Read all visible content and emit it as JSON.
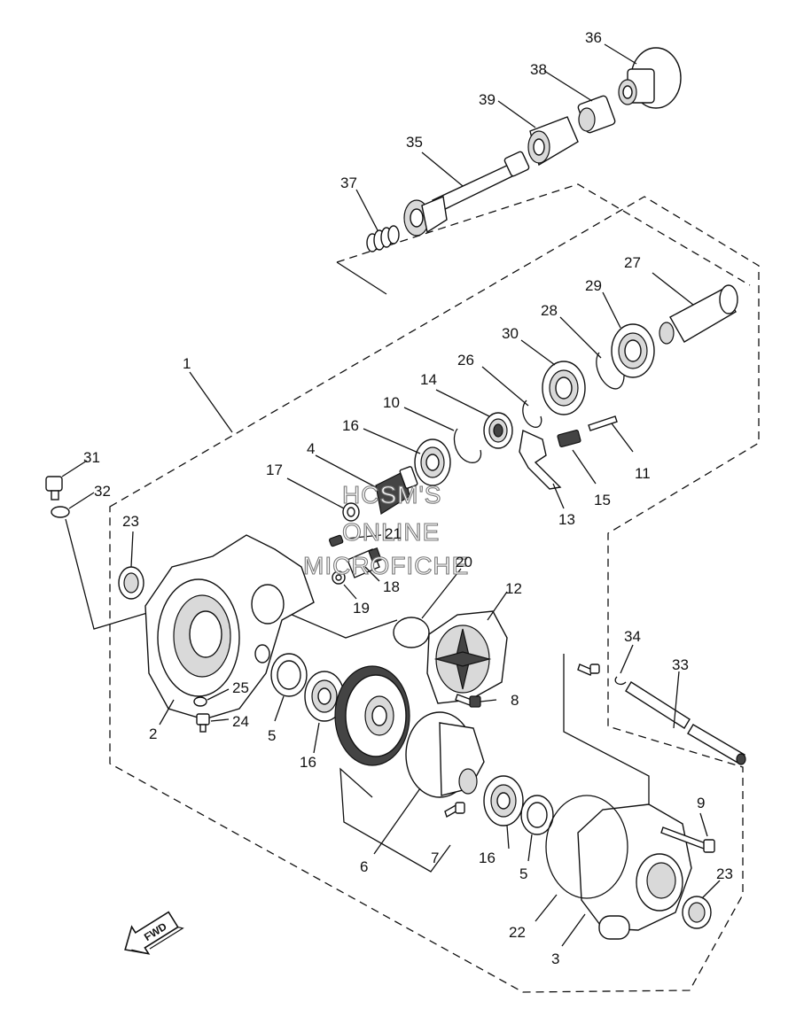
{
  "parts": [
    {
      "id": "p1",
      "num": "1"
    },
    {
      "id": "p2",
      "num": "2"
    },
    {
      "id": "p3",
      "num": "3"
    },
    {
      "id": "p4",
      "num": "4"
    },
    {
      "id": "p5a",
      "num": "5"
    },
    {
      "id": "p5b",
      "num": "5"
    },
    {
      "id": "p6",
      "num": "6"
    },
    {
      "id": "p7",
      "num": "7"
    },
    {
      "id": "p8",
      "num": "8"
    },
    {
      "id": "p9",
      "num": "9"
    },
    {
      "id": "p10",
      "num": "10"
    },
    {
      "id": "p11",
      "num": "11"
    },
    {
      "id": "p12",
      "num": "12"
    },
    {
      "id": "p13",
      "num": "13"
    },
    {
      "id": "p14",
      "num": "14"
    },
    {
      "id": "p15",
      "num": "15"
    },
    {
      "id": "p16a",
      "num": "16"
    },
    {
      "id": "p16b",
      "num": "16"
    },
    {
      "id": "p16c",
      "num": "16"
    },
    {
      "id": "p17",
      "num": "17"
    },
    {
      "id": "p18",
      "num": "18"
    },
    {
      "id": "p19",
      "num": "19"
    },
    {
      "id": "p20",
      "num": "20"
    },
    {
      "id": "p21",
      "num": "21"
    },
    {
      "id": "p22",
      "num": "22"
    },
    {
      "id": "p23a",
      "num": "23"
    },
    {
      "id": "p23b",
      "num": "23"
    },
    {
      "id": "p24",
      "num": "24"
    },
    {
      "id": "p25",
      "num": "25"
    },
    {
      "id": "p26",
      "num": "26"
    },
    {
      "id": "p27",
      "num": "27"
    },
    {
      "id": "p28",
      "num": "28"
    },
    {
      "id": "p29",
      "num": "29"
    },
    {
      "id": "p30",
      "num": "30"
    },
    {
      "id": "p31",
      "num": "31"
    },
    {
      "id": "p32",
      "num": "32"
    },
    {
      "id": "p33",
      "num": "33"
    },
    {
      "id": "p34",
      "num": "34"
    },
    {
      "id": "p35",
      "num": "35"
    },
    {
      "id": "p36",
      "num": "36"
    },
    {
      "id": "p37",
      "num": "37"
    },
    {
      "id": "p38",
      "num": "38"
    },
    {
      "id": "p39",
      "num": "39"
    }
  ],
  "watermark": {
    "line1": "HCSM'S",
    "line2": "ONLINE",
    "line3": "MICROFICHE"
  },
  "fwd_arrow": {
    "text": "FWD"
  }
}
